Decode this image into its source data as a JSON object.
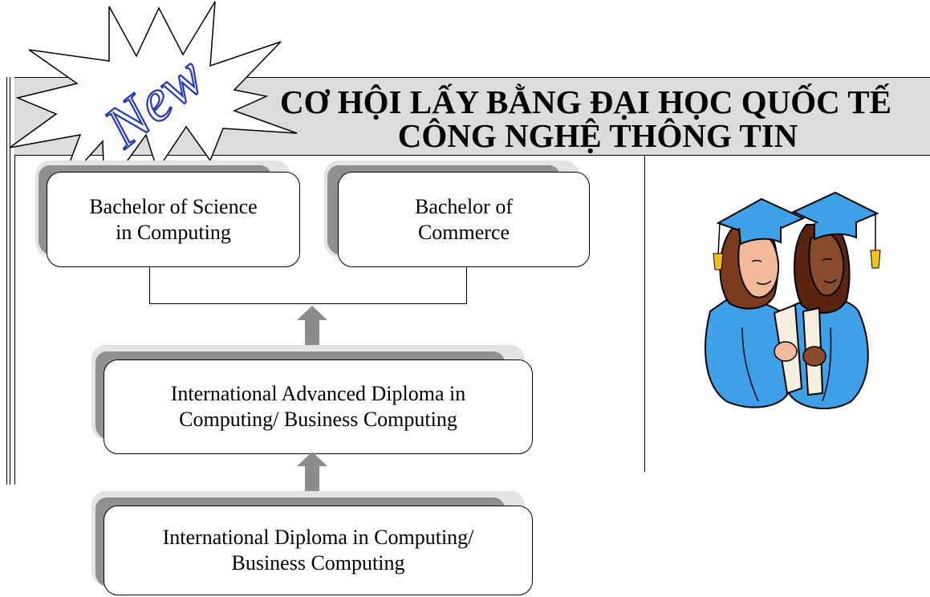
{
  "badge": {
    "text": "New"
  },
  "title": {
    "line1": "CƠ HỘI LẤY BẰNG ĐẠI HỌC QUỐC TẾ",
    "line2": "CÔNG NGHỆ THÔNG TIN"
  },
  "degrees": {
    "bsc": {
      "line1": "Bachelor of Science",
      "line2": "in Computing"
    },
    "bcom": {
      "line1": "Bachelor of",
      "line2": "Commerce"
    }
  },
  "advanced_diploma": {
    "line1": "International Advanced Diploma in",
    "line2": "Computing/ Business Computing"
  },
  "diploma": {
    "line1": "International Diploma in Computing/",
    "line2": "Business Computing"
  },
  "colors": {
    "banner": "#dcdcdc",
    "shadow": "#8f8f8f",
    "arrow": "#8c8c8c",
    "gown": "#3fa0e8"
  },
  "illustration": {
    "icon": "graduates-icon"
  }
}
